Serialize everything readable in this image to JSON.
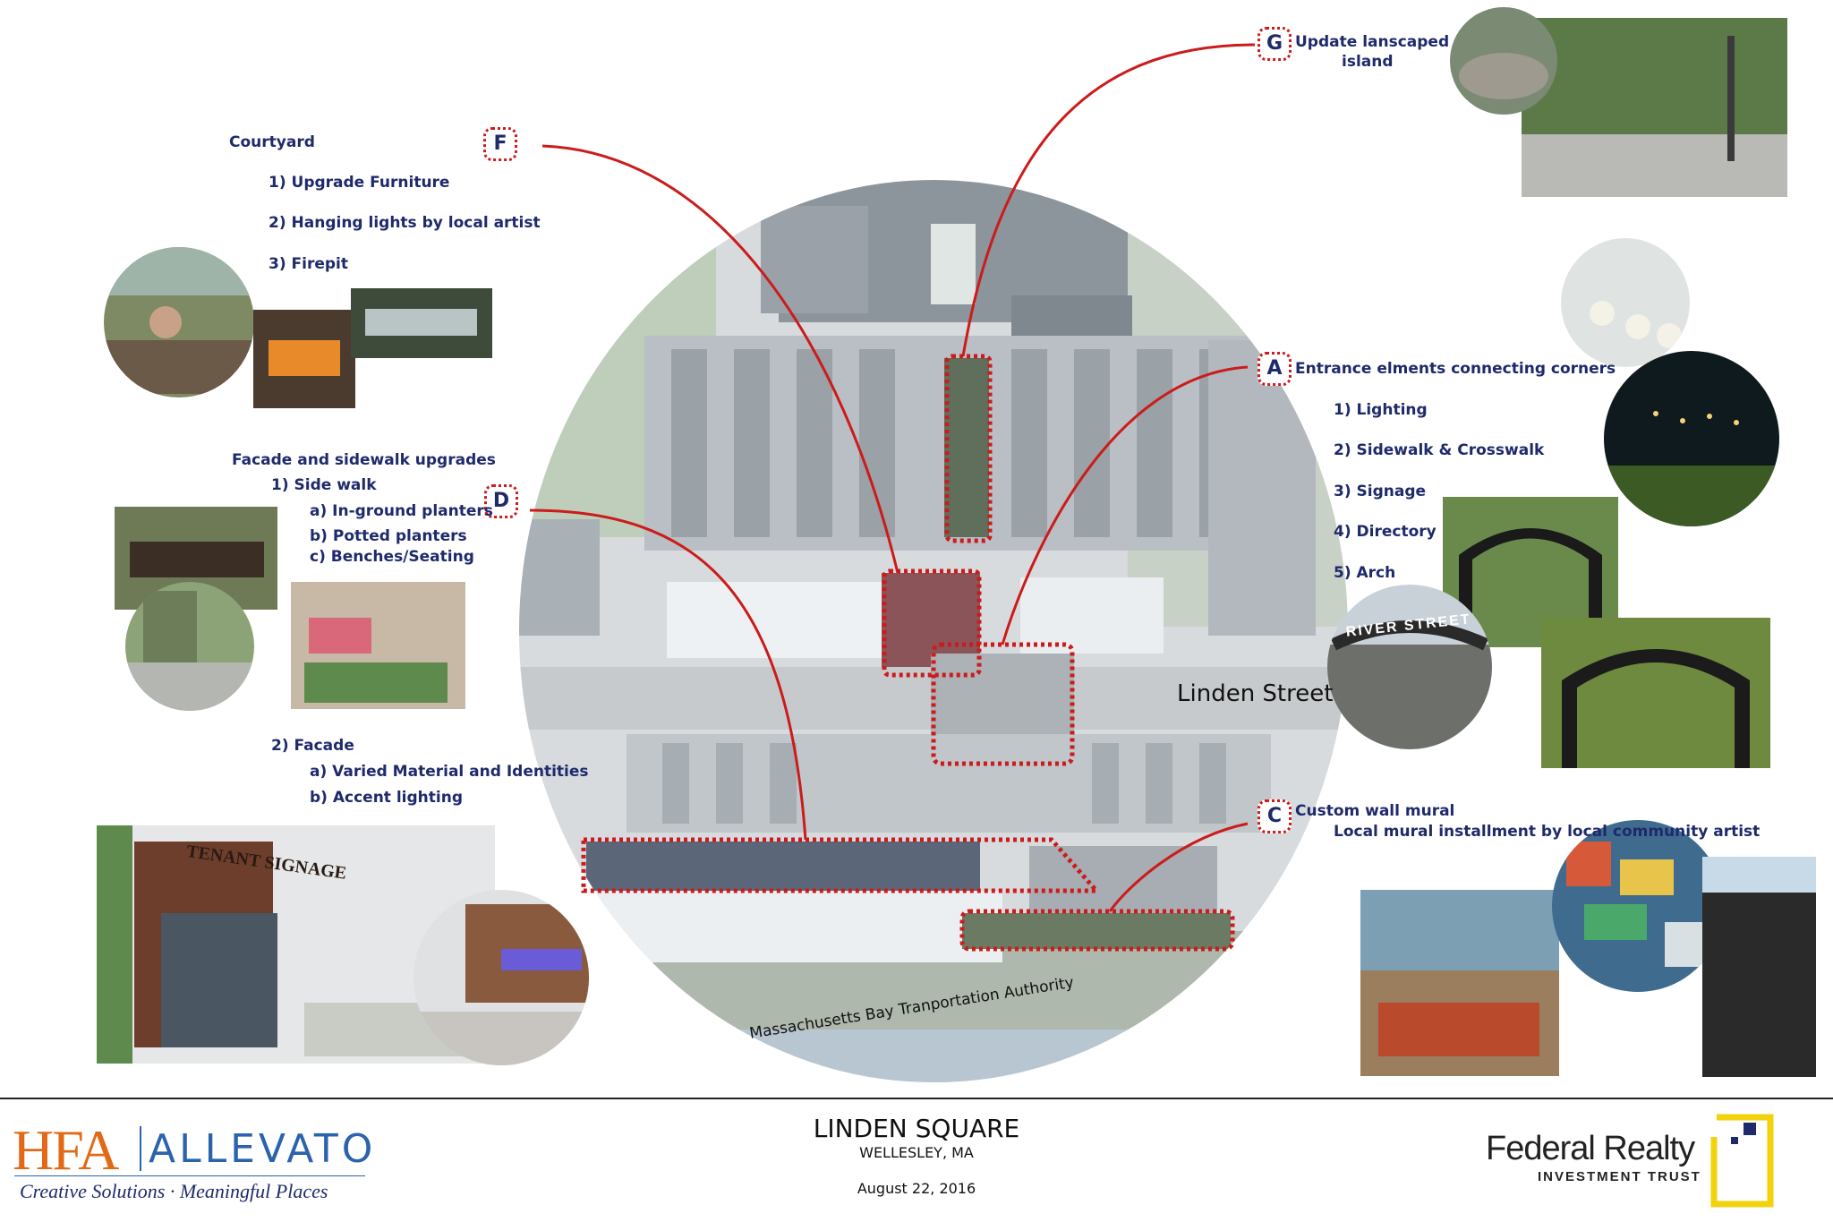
{
  "markers": [
    {
      "letter": "F",
      "title": "Courtyard",
      "items": [
        "1) Upgrade Furniture",
        "2) Hanging lights by local artist",
        "3) Firepit"
      ]
    },
    {
      "letter": "D",
      "title": "Facade and sidewalk upgrades",
      "items": [
        "1) Side walk",
        "a) In-ground planters",
        "b) Potted planters",
        "c) Benches/Seating",
        "2) Facade",
        "a) Varied Material and Identities",
        "b) Accent lighting"
      ]
    },
    {
      "letter": "G",
      "title": "Update lanscaped",
      "title2": "island"
    },
    {
      "letter": "A",
      "title": "Entrance elments connecting corners",
      "items": [
        "1) Lighting",
        "2) Sidewalk & Crosswalk",
        "3) Signage",
        "4) Directory",
        "5) Arch"
      ]
    },
    {
      "letter": "C",
      "title": "Custom wall mural",
      "items": [
        "Local mural installment by local community artist"
      ]
    }
  ],
  "map_labels": {
    "street": "Linden Street",
    "rail": "Massachusetts Bay Tranportation Authority"
  },
  "photo_text": {
    "tenant_signage": "TENANT SIGNAGE",
    "river_street": "RIVER STREET"
  },
  "footer": {
    "project": "LINDEN SQUARE",
    "location": "WELLESLEY, MA",
    "date": "August 22, 2016",
    "left_logo_a": "HFA",
    "left_logo_b": "ALLEVATO",
    "tagline": "Creative Solutions · Meaningful Places",
    "right_logo": "Federal Realty",
    "right_logo_sub": "INVESTMENT TRUST"
  },
  "colors": {
    "accent_red": "#cc1b1b",
    "label_navy": "#1f2a6b",
    "hfa_orange": "#e06a18",
    "allevato_blue": "#2b63ad",
    "fr_yellow": "#f2d20b"
  }
}
